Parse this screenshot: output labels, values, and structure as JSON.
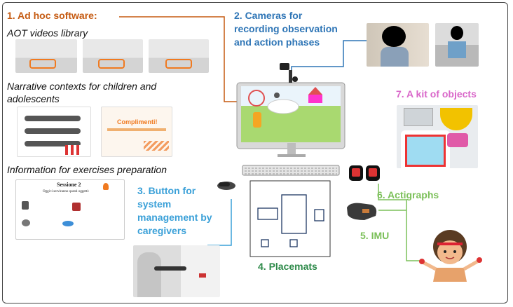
{
  "sections": {
    "software": {
      "title": "1. Ad hoc software:",
      "videos_label": "AOT videos library",
      "narrative_label": "Narrative contexts for children and adolescents",
      "narrative_line1": "Narrative contexts for children and",
      "narrative_line2": "adolescents",
      "exercises_label": "Information for exercises preparation",
      "slide_orange_title": "Complimenti!",
      "slide_session_title": "Sessione 2",
      "slide_session_subtitle": "Oggi ti serviranno questi oggetti:"
    },
    "cameras": {
      "title_line1": "2. Cameras for",
      "title_line2": "recording observation",
      "title_line3": "and action phases"
    },
    "button": {
      "title_line1": "3. Button for",
      "title_line2": "system",
      "title_line3": "management by",
      "title_line4": "caregivers"
    },
    "placemats": {
      "title": "4. Placemats"
    },
    "imu": {
      "title": "5. IMU"
    },
    "actigraphs": {
      "title": "6. Actigraphs"
    },
    "objects": {
      "title": "7. A kit of objects"
    }
  },
  "colors": {
    "orange": "#c55a11",
    "blue": "#2e75b6",
    "cyan": "#3aa0d8",
    "pink": "#d966c9",
    "light_green": "#7cc05a",
    "dark_green": "#2e8a4a",
    "navy": "#1f3864"
  },
  "icons": [
    "monitor-icon",
    "keyboard-icon",
    "camera-icon",
    "button-device-icon",
    "actigraph-icon",
    "imu-sensor-icon",
    "child-character-icon"
  ]
}
